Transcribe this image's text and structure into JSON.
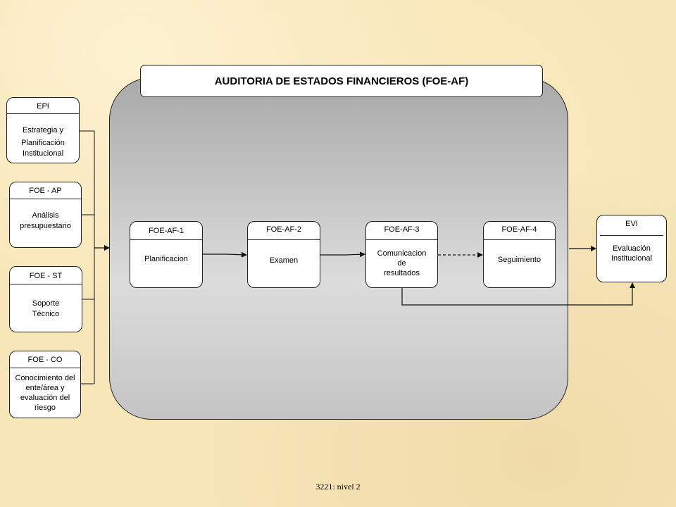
{
  "title": "AUDITORIA DE ESTADOS FINANCIEROS  (FOE-AF)",
  "inputs": [
    {
      "code": "EPI",
      "lines": [
        "Estrategia y",
        "Planificación",
        "Institucional"
      ]
    },
    {
      "code": "FOE - AP",
      "lines": [
        "Análisis",
        "presupuestario"
      ]
    },
    {
      "code": "FOE - ST",
      "lines": [
        "Soporte",
        "Técnico"
      ]
    },
    {
      "code": "FOE - CO",
      "lines": [
        "Conocimiento del",
        "ente/área y",
        "evaluación del",
        "riesgo"
      ]
    }
  ],
  "steps": [
    {
      "code": "FOE-AF-1",
      "lines": [
        "Planificacion"
      ]
    },
    {
      "code": "FOE-AF-2",
      "lines": [
        "Examen"
      ]
    },
    {
      "code": "FOE-AF-3",
      "lines": [
        "Comunicacion",
        "de",
        "resultados"
      ]
    },
    {
      "code": "FOE-AF-4",
      "lines": [
        "Seguimiento"
      ]
    }
  ],
  "output": {
    "code": "EVI",
    "lines": [
      "Evaluación",
      "Institucional"
    ]
  },
  "footer": "3221: nivel 2"
}
